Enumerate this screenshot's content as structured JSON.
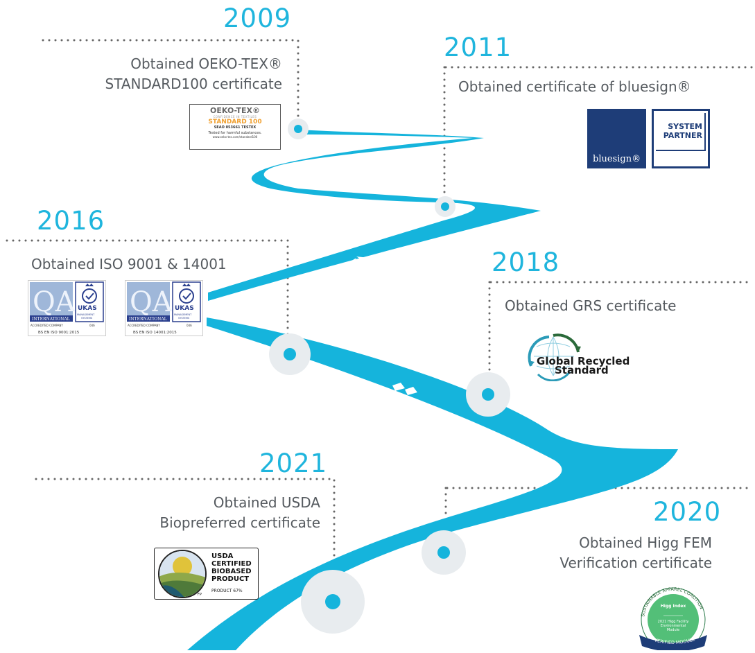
{
  "milestones": [
    {
      "year": "2009",
      "lines": [
        "Obtained OEKO-TEX®",
        "STANDARD100 certificate"
      ]
    },
    {
      "year": "2011",
      "lines": [
        "Obtained certificate of bluesign®"
      ]
    },
    {
      "year": "2016",
      "lines": [
        "Obtained ISO 9001 & 14001"
      ]
    },
    {
      "year": "2018",
      "lines": [
        "Obtained GRS certificate"
      ]
    },
    {
      "year": "2021",
      "lines": [
        "Obtained USDA",
        "Biopreferred certificate"
      ]
    },
    {
      "year": "2020",
      "lines": [
        "Obtained Higg FEM",
        "Verification certificate"
      ]
    }
  ],
  "logos": {
    "oeko": {
      "title": "OEKO-TEX®",
      "tagline": "CONFIDENCE IN TEXTILES",
      "standard": "STANDARD 100",
      "code": "SEAO 053661 TESTEX",
      "tested": "Tested for harmful substances.",
      "url": "www.oeko-tex.com/standard100"
    },
    "bluesign": {
      "name": "bluesign®",
      "partner": "SYSTEM\nPARTNER"
    },
    "qa": [
      {
        "brand": "QA",
        "intl": "INTERNATIONAL",
        "ukas": "UKAS",
        "ukas_sub": "MANAGEMENT SYSTEMS",
        "accredited": "ACCREDITED COMPANY",
        "num": "046",
        "standard": "BS EN ISO 9001:2015"
      },
      {
        "brand": "QA",
        "intl": "INTERNATIONAL",
        "ukas": "UKAS",
        "ukas_sub": "MANAGEMENT SYSTEMS",
        "accredited": "ACCREDITED COMPANY",
        "num": "046",
        "standard": "BS EN ISO 14001:2015"
      }
    ],
    "grs": {
      "line1": "Global Recycled",
      "line2": "Standard"
    },
    "usda": {
      "line1": "USDA",
      "line2": "CERTIFIED",
      "line3": "BIOBASED",
      "line4": "PRODUCT",
      "pct": "PRODUCT 67%",
      "mark": "FP"
    },
    "higg": {
      "ring": "SUSTAINABLE APPAREL COALITION",
      "brand": "Higg Index",
      "text1": "2021 Higg Facility",
      "text2": "Environmental",
      "text3": "Module",
      "ribbon": "VERIFIED MODULE"
    }
  },
  "colors": {
    "accent": "#1fb5dd",
    "road": "#15b4dc",
    "node_halo": "#e8ecef",
    "navy": "#1e3d78",
    "text": "#555a5f"
  }
}
